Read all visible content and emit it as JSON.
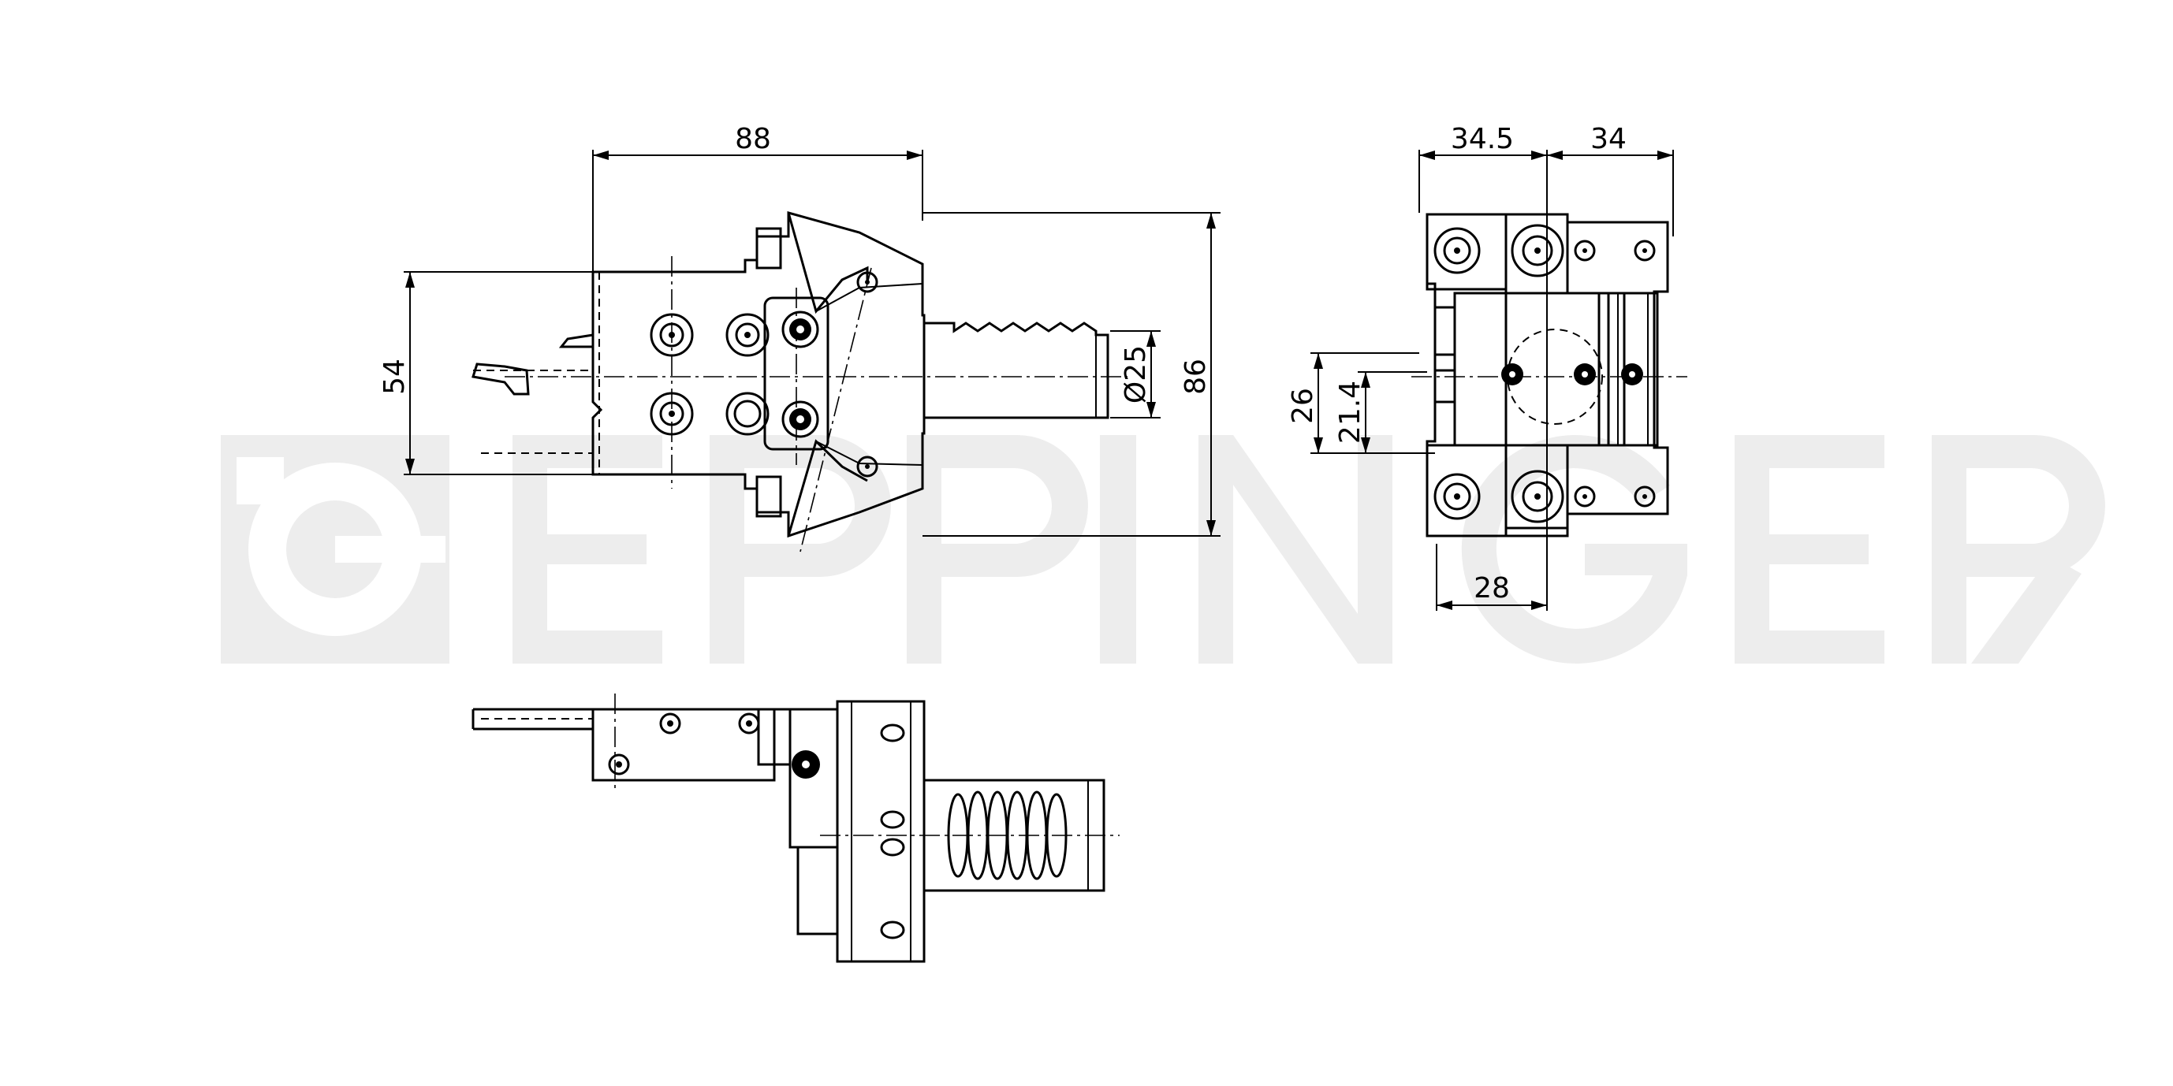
{
  "watermark": {
    "text": "EPPINGER",
    "color": "#ededed"
  },
  "dimensions": {
    "width_88": "88",
    "height_54": "54",
    "diameter_25": "Ø25",
    "height_86": "86",
    "width_34_5": "34.5",
    "width_34": "34",
    "height_26": "26",
    "height_21_4": "21.4",
    "width_28": "28"
  },
  "colors": {
    "line": "#000000",
    "background": "#ffffff",
    "watermark": "#ededed"
  }
}
